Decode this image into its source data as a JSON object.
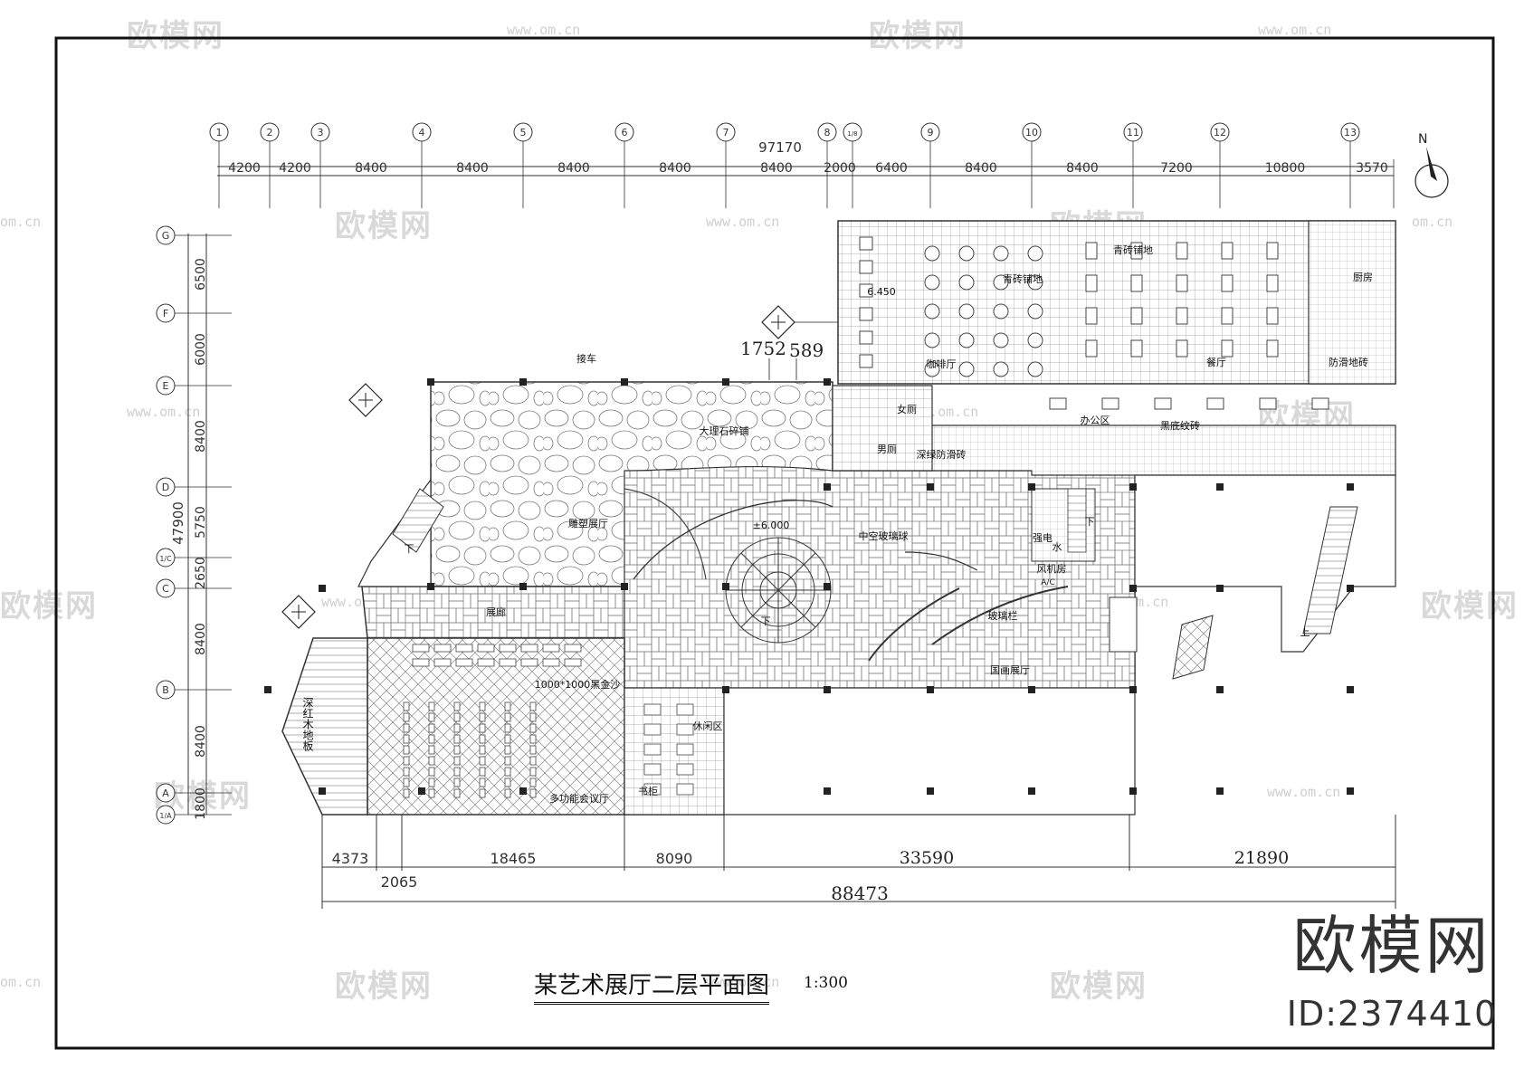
{
  "watermark": {
    "brand": "欧模网",
    "site": "www.om.cn",
    "fragment": "om.cn"
  },
  "brand": {
    "name": "欧模网",
    "id": "ID:2374410"
  },
  "title": {
    "text": "某艺术展厅二层平面图",
    "scale": "1:300"
  },
  "north": "N",
  "top_axes": [
    "1",
    "2",
    "3",
    "4",
    "5",
    "6",
    "7",
    "8",
    "1/8",
    "9",
    "10",
    "11",
    "12",
    "13"
  ],
  "top_dims": [
    "4200",
    "4200",
    "8400",
    "8400",
    "8400",
    "8400",
    "8400",
    "2000",
    "6400",
    "8400",
    "8400",
    "7200",
    "10800",
    "3570"
  ],
  "top_total": "97170",
  "left_axes": [
    "G",
    "F",
    "E",
    "D",
    "1/C",
    "C",
    "B",
    "A",
    "1/A"
  ],
  "left_dims": [
    "6500",
    "6000",
    "8400",
    "5750",
    "2650",
    "8400",
    "8400",
    "1800"
  ],
  "left_total": "47900",
  "bottom_dims": [
    "4373",
    "2065",
    "18465",
    "8090",
    "33590",
    "21890"
  ],
  "bottom_total": "88473",
  "elev_labels": [
    "1752",
    "589"
  ],
  "rooms": {
    "pickup": "接车",
    "marble": "大理石碎铺",
    "sculpture": "雕塑展厅",
    "level": "±6.000",
    "spiral": "中空玻璃球",
    "corridor": "展廊",
    "glass_rail": "玻璃栏",
    "painting": "国画展厅",
    "sofa": "1000*1000黑金沙",
    "multi": "多功能会议厅",
    "rest": "休闲区",
    "bookcase": "书柜",
    "wood_floor": "深红木地板",
    "cafe": "咖啡厅",
    "brick": "青砖铺地",
    "brick2": "青砖铺地",
    "elev": "6.450",
    "restaurant": "餐厅",
    "kitchen": "厨房",
    "antislip": "防滑地砖",
    "office": "办公区",
    "black_tile": "黑底纹砖",
    "women": "女厕",
    "men": "男厕",
    "green_tile": "深绿防滑砖",
    "power": "强电",
    "water": "水",
    "fan": "风机房",
    "ac": "A/C",
    "down": "下",
    "up": "上"
  }
}
